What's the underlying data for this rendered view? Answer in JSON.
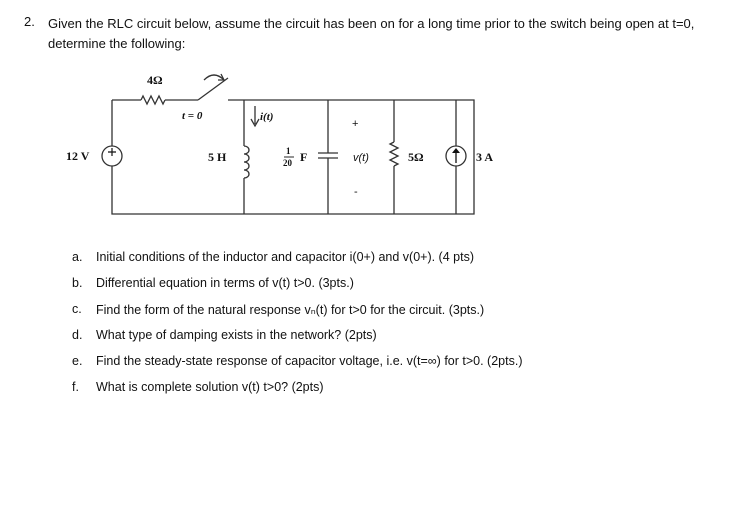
{
  "question": {
    "number": "2.",
    "text": "Given the RLC circuit below, assume the circuit has been on for a long time prior to the switch being open at t=0, determine the following:"
  },
  "circuit": {
    "r1_label": "4Ω",
    "switch_label": "t = 0",
    "current_label": "i(t)",
    "source_v_label": "12 V",
    "inductor_label": "5 H",
    "cap_num": "1",
    "cap_den": "20",
    "cap_unit": "F",
    "plus_sign": "+",
    "minus_sign": "-",
    "voltage_label": "v(t)",
    "r2_label": "5Ω",
    "source_i_label": "3 A"
  },
  "subquestions": [
    {
      "letter": "a.",
      "text": "Initial conditions of the inductor and capacitor i(0+) and v(0+). (4 pts)"
    },
    {
      "letter": "b.",
      "text": "Differential equation in terms of v(t) t>0.  (3pts.)"
    },
    {
      "letter": "c.",
      "text": "Find the form of the natural response vₙ(t) for t>0 for the circuit. (3pts.)"
    },
    {
      "letter": "d.",
      "text": "What type of damping exists in the network?  (2pts)"
    },
    {
      "letter": "e.",
      "text": "Find the steady-state response of capacitor voltage, i.e. v(t=∞) for t>0. (2pts.)"
    },
    {
      "letter": "f.",
      "text": "What is complete solution v(t) t>0? (2pts)"
    }
  ]
}
